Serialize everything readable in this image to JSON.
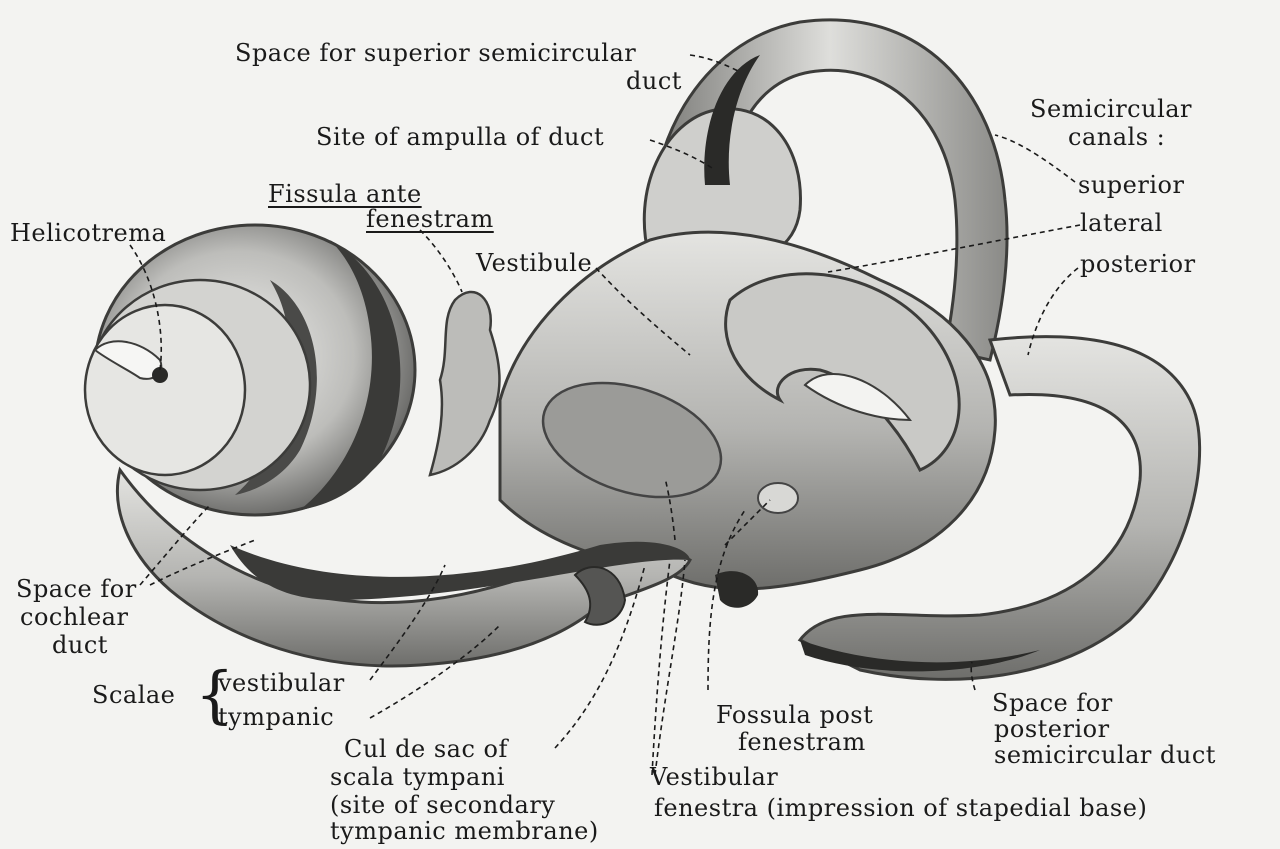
{
  "labels": {
    "superior_space_1": "Space for superior semicircular",
    "superior_space_2": "duct",
    "ampulla": "Site of ampulla of duct",
    "semicircular_1": "Semicircular",
    "semicircular_2": "canals :",
    "superior": "superior",
    "lateral": "lateral",
    "posterior": "posterior",
    "fissula_1": "Fissula ante",
    "fissula_2": "fenestram",
    "helicotrema": "Helicotrema",
    "vestibule": "Vestibule",
    "cochlear_1": "Space for",
    "cochlear_2": "cochlear",
    "cochlear_3": "duct",
    "scalae": "Scalae",
    "scala_vestibular": "vestibular",
    "scala_tympanic": "tympanic",
    "culdesac_1": "Cul de sac of",
    "culdesac_2": "scala tympani",
    "culdesac_3": "(site of secondary",
    "culdesac_4": "tympanic membrane)",
    "fossula_1": "Fossula post",
    "fossula_2": "fenestram",
    "vestfen_1": "Vestibular",
    "vestfen_2": "fenestra (impression of stapedial base)",
    "postspace_1": "Space for",
    "postspace_2": "posterior",
    "postspace_3": "semicircular duct"
  },
  "colors": {
    "background": "#f3f3f1",
    "bone_light": "#d9d9d6",
    "bone_mid": "#a8a8a5",
    "bone_dark": "#3c3c3a",
    "ink": "#1a1a1a"
  }
}
